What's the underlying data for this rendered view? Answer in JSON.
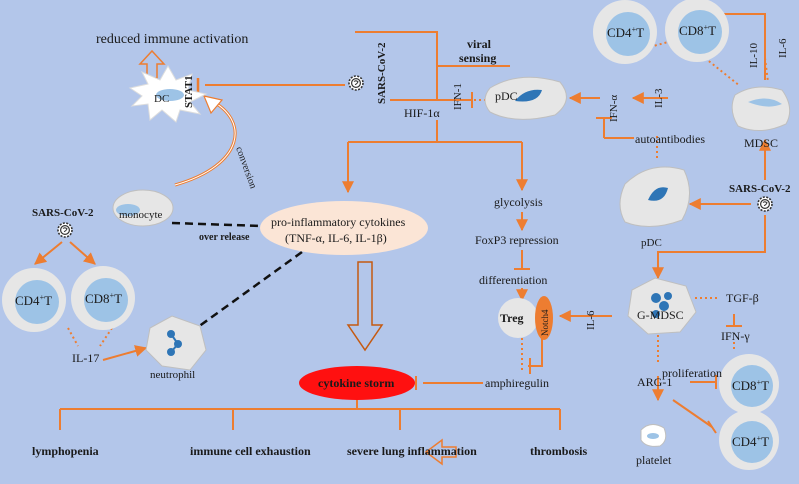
{
  "labels": {
    "reduced_immune_activation": "reduced immune activation",
    "dc": "DC",
    "stat1": "STAT1",
    "sars_cov2": "SARS-CoV-2",
    "viral": "viral",
    "sensing": "sensing",
    "ifn1": "IFN-1",
    "hif1a": "HIF-1α",
    "conversion": "conversion",
    "monocyte": "monocyte",
    "over_release": "over release",
    "proinflam_line1": "pro-inflammatory cytokines",
    "proinflam_line2": "(TNF-α, IL-6, IL-1β)",
    "glycolysis": "glycolysis",
    "foxp3_repression": "FoxP3 repression",
    "differentiation": "differentiation",
    "treg": "Treg",
    "notch4": "Notch4",
    "il6": "IL-6",
    "gmdsc": "G-MDSC",
    "tgfb": "TGF-β",
    "ifng": "IFN-γ",
    "proliferation": "proliferation",
    "arg1": "ARG-1",
    "platelet": "platelet",
    "amphiregulin": "amphiregulin",
    "cytokine_storm": "cytokine storm",
    "il17": "IL-17",
    "neutrophil": "neutrophil",
    "pdc": "pDC",
    "ifna": "IFN-α",
    "il3": "IL-3",
    "il10": "IL-10",
    "mdsc": "MDSC",
    "autoantibodies": "autoantibodies",
    "cd4_base": "CD4",
    "cd8_base": "CD8",
    "plus": "+",
    "t": "T",
    "lymphopenia": "lymphopenia",
    "immune_cell_exhaustion": "immune cell exhaustion",
    "severe_lung_inflammation": "severe lung inflammation",
    "thrombosis": "thrombosis"
  },
  "colors": {
    "background": "#b3c6ea",
    "arrow": "#ed7d31",
    "cytokine_storm": "#ff1010",
    "cell_outer": "#d9d9d9",
    "cell_inner": "#9dc3e6",
    "nucleus": "#2e75b6",
    "ellipse_fill": "#fbe5d6"
  },
  "icons": [
    "virus-icon",
    "arrow-icon",
    "inhibition-icon",
    "cell-icon",
    "starburst-icon"
  ]
}
